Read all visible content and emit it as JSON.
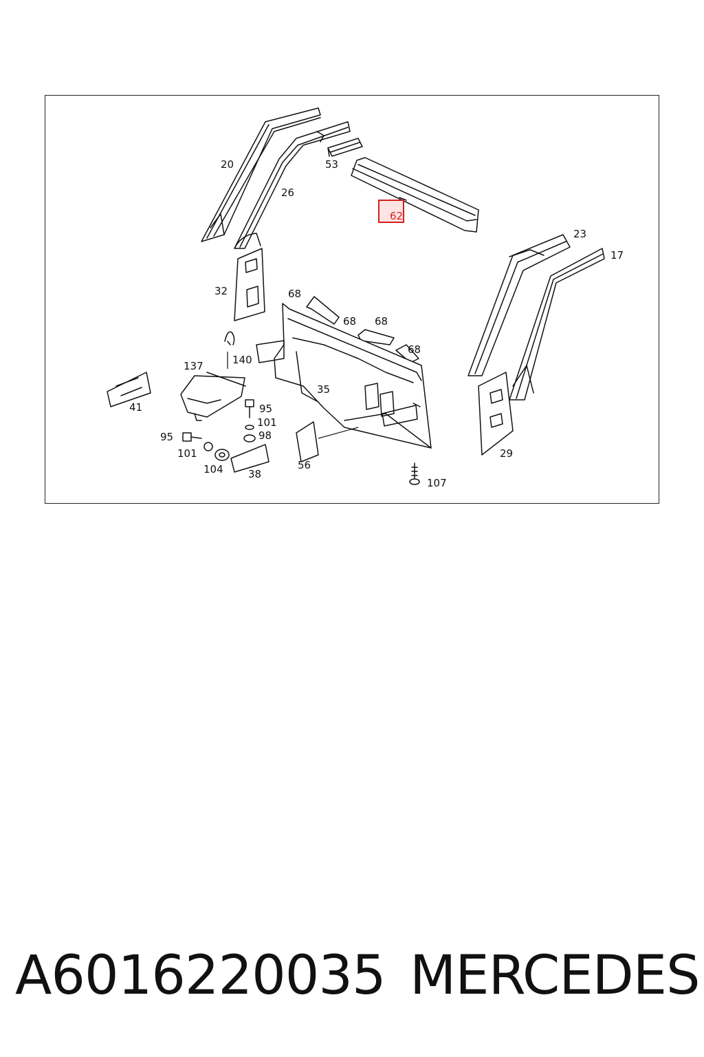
{
  "diagram": {
    "callouts": [
      {
        "id": "c20",
        "text": "20"
      },
      {
        "id": "c26",
        "text": "26"
      },
      {
        "id": "c53",
        "text": "53"
      },
      {
        "id": "c62",
        "text": "62",
        "highlighted": true
      },
      {
        "id": "c23",
        "text": "23"
      },
      {
        "id": "c17",
        "text": "17"
      },
      {
        "id": "c32",
        "text": "32"
      },
      {
        "id": "c68a",
        "text": "68"
      },
      {
        "id": "c68b",
        "text": "68"
      },
      {
        "id": "c68c",
        "text": "68"
      },
      {
        "id": "c68d",
        "text": "68"
      },
      {
        "id": "c140",
        "text": "140"
      },
      {
        "id": "c137",
        "text": "137"
      },
      {
        "id": "c35",
        "text": "35"
      },
      {
        "id": "c41",
        "text": "41"
      },
      {
        "id": "c95a",
        "text": "95"
      },
      {
        "id": "c101a",
        "text": "101"
      },
      {
        "id": "c98",
        "text": "98"
      },
      {
        "id": "c95b",
        "text": "95"
      },
      {
        "id": "c101b",
        "text": "101"
      },
      {
        "id": "c104",
        "text": "104"
      },
      {
        "id": "c38",
        "text": "38"
      },
      {
        "id": "c56",
        "text": "56"
      },
      {
        "id": "c107",
        "text": "107"
      },
      {
        "id": "c29",
        "text": "29"
      }
    ],
    "highlight_color": "#d32020"
  },
  "footer": {
    "part_number": "A6016220035",
    "brand": "MERCEDES"
  }
}
